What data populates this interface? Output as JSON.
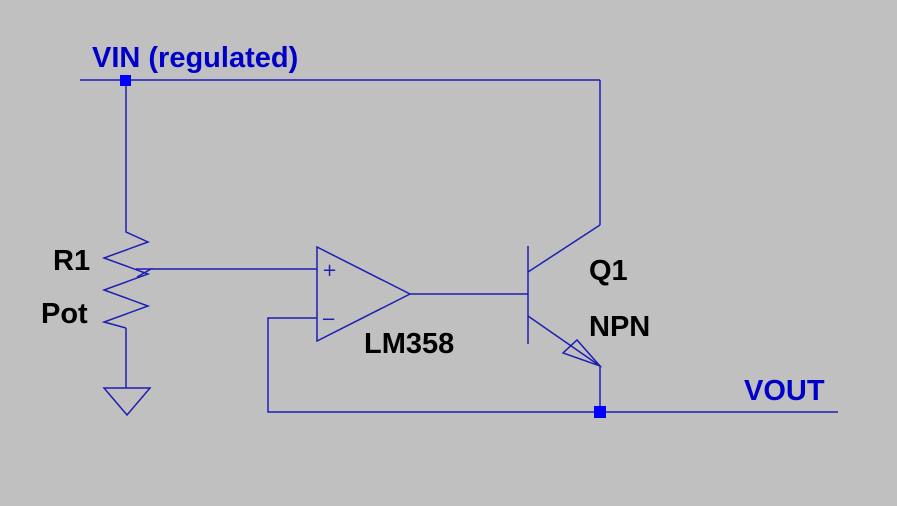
{
  "nets": {
    "vin": "VIN (regulated)",
    "vout": "VOUT"
  },
  "components": {
    "r1": {
      "ref": "R1",
      "value": "Pot"
    },
    "u1": {
      "value": "LM358",
      "plus": "+",
      "minus": "−"
    },
    "q1": {
      "ref": "Q1",
      "value": "NPN"
    }
  },
  "colors": {
    "background": "#c0c0c0",
    "wire": "#1e1eb4",
    "net_label": "#0000c8",
    "component_label": "#000000",
    "junction": "#0000ff"
  }
}
